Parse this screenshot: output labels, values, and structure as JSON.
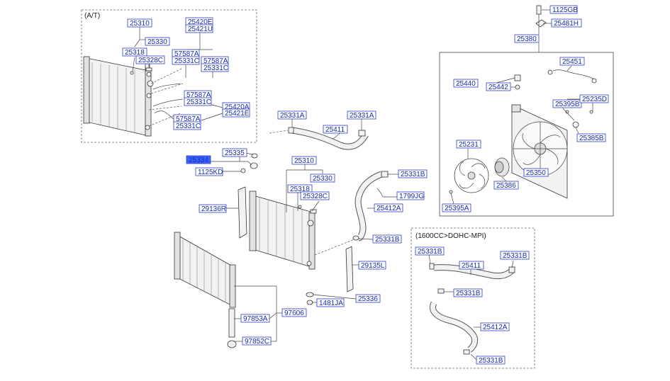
{
  "diagram": {
    "section_labels": {
      "at": "(A/T)",
      "dohc": "(1600CC>DOHC-MPI)"
    },
    "parts": {
      "p25310_at": "25310",
      "p25330_at": "25330",
      "p25318_at": "25318",
      "p25328c_at": "25328C",
      "p25420e": "25420E",
      "p25421u": "25421U",
      "p57587a_1": "57587A",
      "p25331c_1": "25331C",
      "p57587a_2": "57587A",
      "p25331c_2": "25331C",
      "p57587a_3": "57587A",
      "p25331c_3": "25331C",
      "p25420a": "25420A",
      "p25421e": "25421E",
      "p57587a_4": "57587A",
      "p25331c_4": "25331C",
      "p25331a_1": "25331A",
      "p25331a_2": "25331A",
      "p25411": "25411",
      "p25334": "25334",
      "p25335": "25335",
      "p1125kd": "1125KD",
      "p25310": "25310",
      "p25330": "25330",
      "p25318": "25318",
      "p25328c": "25328C",
      "p25331b_1": "25331B",
      "p1799jg": "1799JG",
      "p25412a": "25412A",
      "p29136r": "29136R",
      "p25331b_2": "25331B",
      "p29135l": "29135L",
      "p25336": "25336",
      "p1481ja": "1481JA",
      "p97853a": "97853A",
      "p97606": "97606",
      "p97852c": "97852C",
      "p1125gb": "1125GB",
      "p25481h": "25481H",
      "p25380": "25380",
      "p25451": "25451",
      "p25440": "25440",
      "p25442": "25442",
      "p25395b": "25395B",
      "p25235d": "25235D",
      "p25385b": "25385B",
      "p25231": "25231",
      "p25350": "25350",
      "p25386": "25386",
      "p25395a": "25395A",
      "d25331b_1": "25331B",
      "d25411": "25411",
      "d25331b_2": "25331B",
      "d25331b_3": "25331B",
      "d25412a": "25412A",
      "d25331b_4": "25331B"
    }
  }
}
